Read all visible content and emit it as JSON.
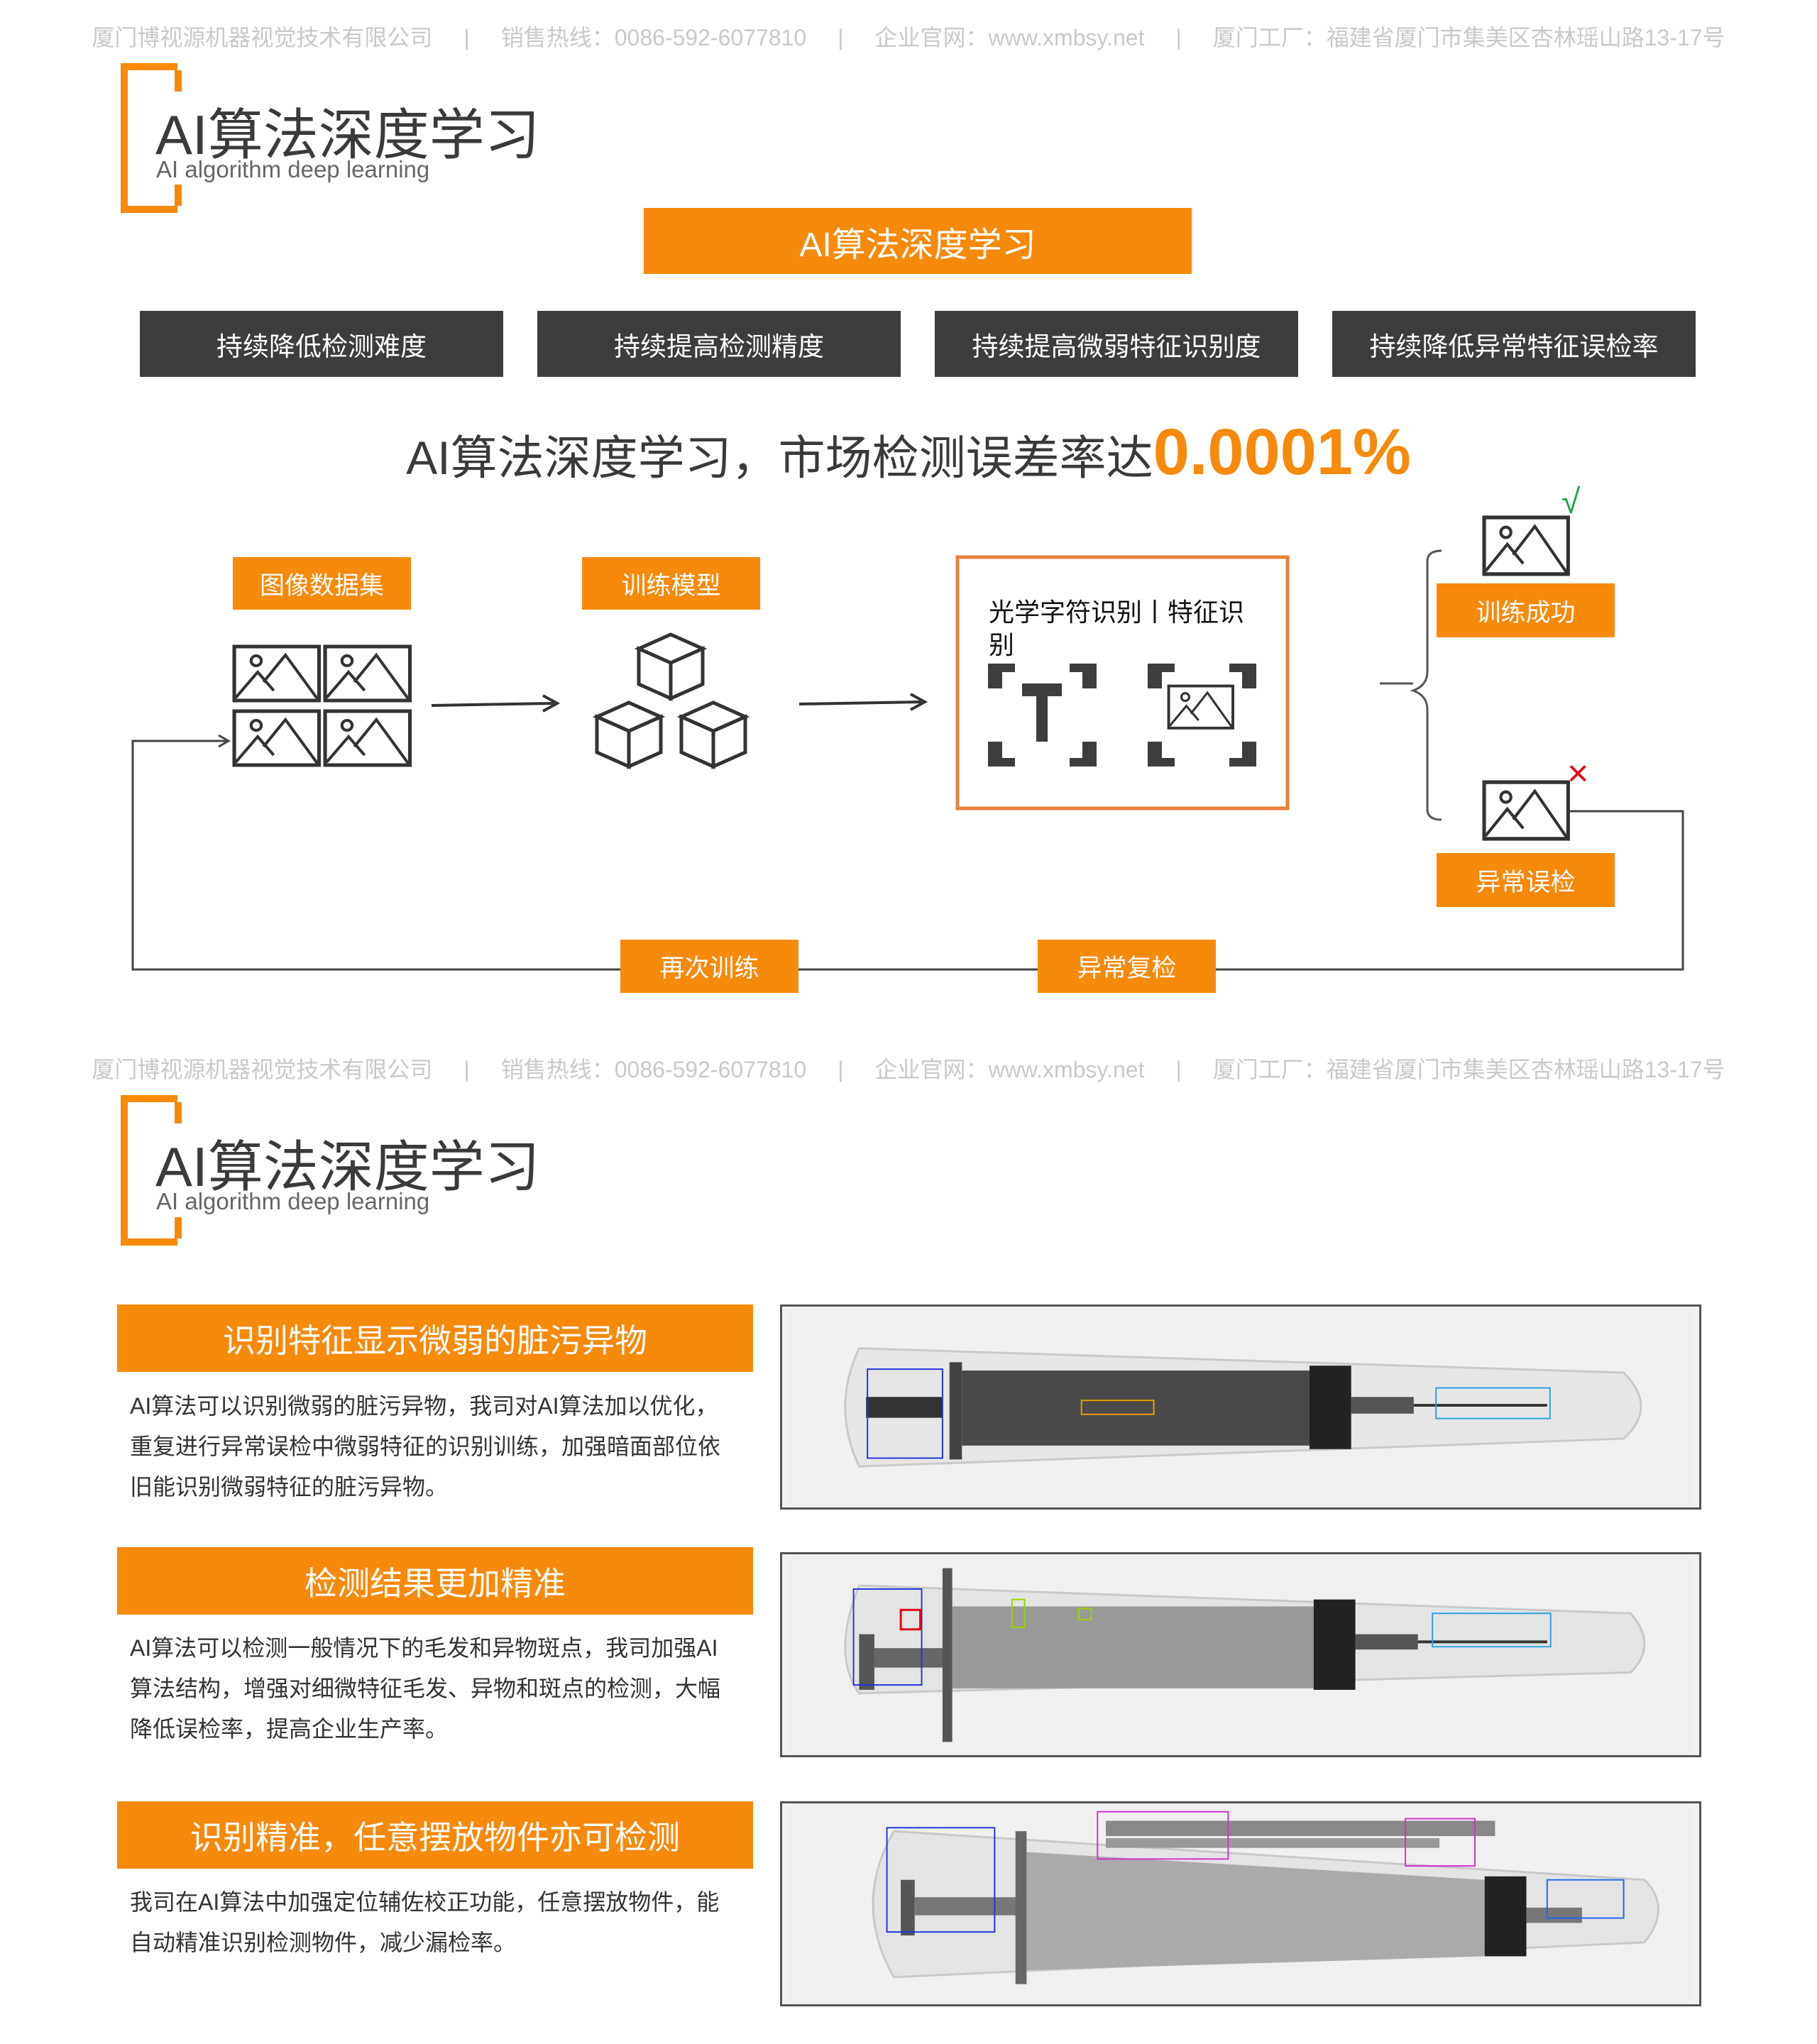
{
  "header": {
    "company": "厦门博视源机器视觉技术有限公司",
    "hotline": "销售热线：0086-592-6077810",
    "website": "企业官网：www.xmbsy.net",
    "factory": "厦门工厂：福建省厦门市集美区杏林瑶山路13-17号",
    "separator": "|"
  },
  "section1": {
    "title": "AI算法深度学习",
    "subtitle": "AI algorithm deep learning",
    "banner": "AI算法深度学习",
    "features": [
      "持续降低检测难度",
      "持续提高检测精度",
      "持续提高微弱特征识别度",
      "持续降低异常特征误检率"
    ],
    "headline": "AI算法深度学习，市场检测误差率达",
    "headline_value": "0.0001%",
    "flow": {
      "dataset": "图像数据集",
      "train_model": "训练模型",
      "ocr_text": "光学字符识别丨特征识别",
      "success": "训练成功",
      "false_detect": "异常误检",
      "retrain": "再次训练",
      "recheck": "异常复检",
      "check_mark": "√",
      "cross_mark": "×"
    }
  },
  "section2": {
    "title": "AI算法深度学习",
    "subtitle": "AI algorithm deep learning",
    "items": [
      {
        "heading": "识别特征显示微弱的脏污异物",
        "lines": [
          "AI算法可以识别微弱的脏污异物，我司对AI算法加以优化，",
          "重复进行异常误检中微弱特征的识别训练，加强暗面部位依",
          "旧能识别微弱特征的脏污异物。"
        ]
      },
      {
        "heading": "检测结果更加精准",
        "lines": [
          "AI算法可以检测一般情况下的毛发和异物斑点，我司加强AI",
          "算法结构，增强对细微特征毛发、异物和斑点的检测，大幅",
          "降低误检率，提高企业生产率。"
        ]
      },
      {
        "heading": "识别精准，任意摆放物件亦可检测",
        "lines": [
          "我司在AI算法中加强定位辅佐校正功能，任意摆放物件，能",
          "自动精准识别检测物件，减少漏检率。"
        ]
      }
    ]
  },
  "colors": {
    "accent": "#f7890b",
    "dark": "#3d3d3d",
    "ok": "#1aa34a",
    "bad": "#e60012"
  }
}
